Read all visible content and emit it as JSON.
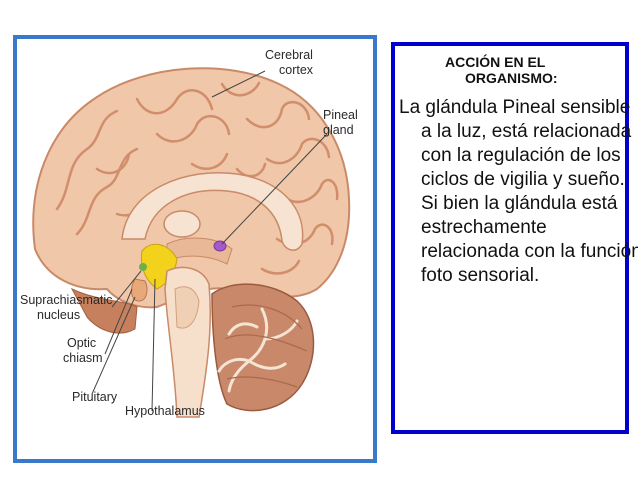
{
  "diagram": {
    "labels": {
      "cerebral_cortex": [
        "Cerebral",
        "cortex"
      ],
      "pineal_gland": [
        "Pineal",
        "gland"
      ],
      "suprachiasmatic": [
        "Suprachiasmatic",
        "nucleus"
      ],
      "optic_chiasm": [
        "Optic",
        "chiasm"
      ],
      "pituitary": "Pituitary",
      "hypothalamus": "Hypothalamus"
    },
    "colors": {
      "frame": "#3a78c9",
      "cortex": "#f0c7a8",
      "cortex_shade": "#d89a78",
      "brainstem": "#f6e0cc",
      "cerebellum": "#c9886a",
      "hypothalamus": "#f2d21a",
      "pineal": "#a45ac8"
    }
  },
  "text_panel": {
    "title_line1": "ACCIÓN EN EL",
    "title_line2": "ORGANISMO:",
    "body": "La glándula Pineal sensible a la luz, está relacionada con la regulación de los ciclos de vigilia y sueño. Si bien la glándula está estrechamente relacionada con la función foto sensorial.",
    "border_color": "#0000cc"
  }
}
